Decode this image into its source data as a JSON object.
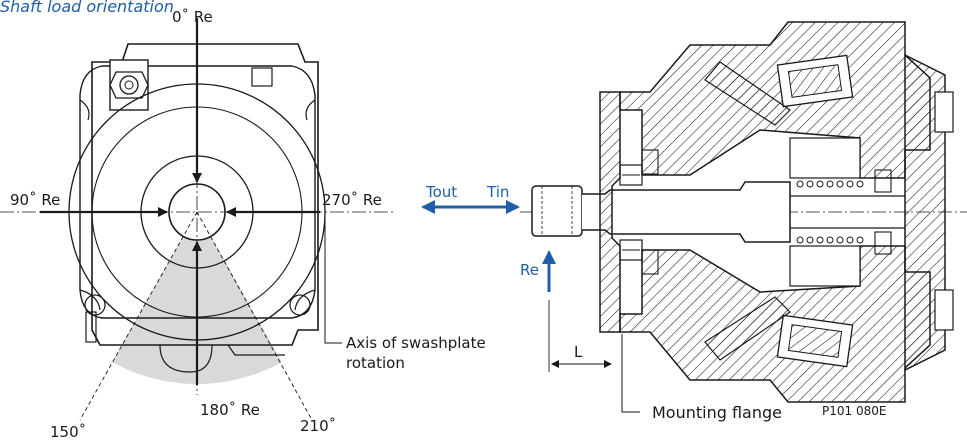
{
  "title": "Shaft load orientation",
  "labels": {
    "re_0": "0˚ Re",
    "re_90": "90˚ Re",
    "re_270": "270˚ Re",
    "re_180": "180˚ Re",
    "angle_150": "150˚",
    "angle_210": "210˚",
    "swashplate_axis": "Axis of swashplate",
    "swashplate_axis_2": "rotation",
    "torque_out": "Tout",
    "torque_in": "Tin",
    "radial_load": "Re",
    "length": "L",
    "mounting_flange": "Mounting flange",
    "figure_code": "P101 080E"
  },
  "colors": {
    "accent": "#1f5fa8",
    "ink": "#1a1a1a",
    "shade": "#d9d9d9"
  }
}
